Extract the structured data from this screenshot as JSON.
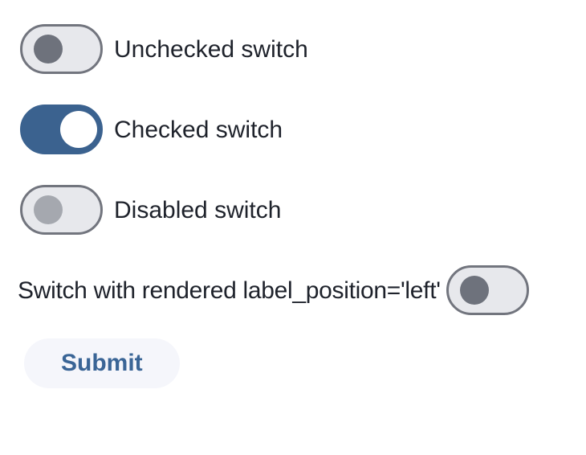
{
  "form": {
    "switches": [
      {
        "label": "Unchecked switch",
        "state": "unchecked",
        "disabled": false,
        "label_position": "right"
      },
      {
        "label": "Checked switch",
        "state": "checked",
        "disabled": false,
        "label_position": "right"
      },
      {
        "label": "Disabled switch",
        "state": "unchecked",
        "disabled": true,
        "label_position": "right"
      },
      {
        "label": "Switch with rendered label_position='left'",
        "state": "unchecked",
        "disabled": false,
        "label_position": "left"
      }
    ],
    "submit_button": {
      "label": "Submit"
    }
  },
  "colors": {
    "page_background": "#ffffff",
    "track_unchecked": "#E7E8EC",
    "track_border": "#72757E",
    "track_checked": "#3B628F",
    "knob_unchecked": "#6E727C",
    "knob_checked": "#FFFFFF",
    "knob_disabled": "#A5A8AF",
    "label_text": "#1E222B",
    "submit_background": "#F5F6FB",
    "submit_text": "#3A6596"
  }
}
